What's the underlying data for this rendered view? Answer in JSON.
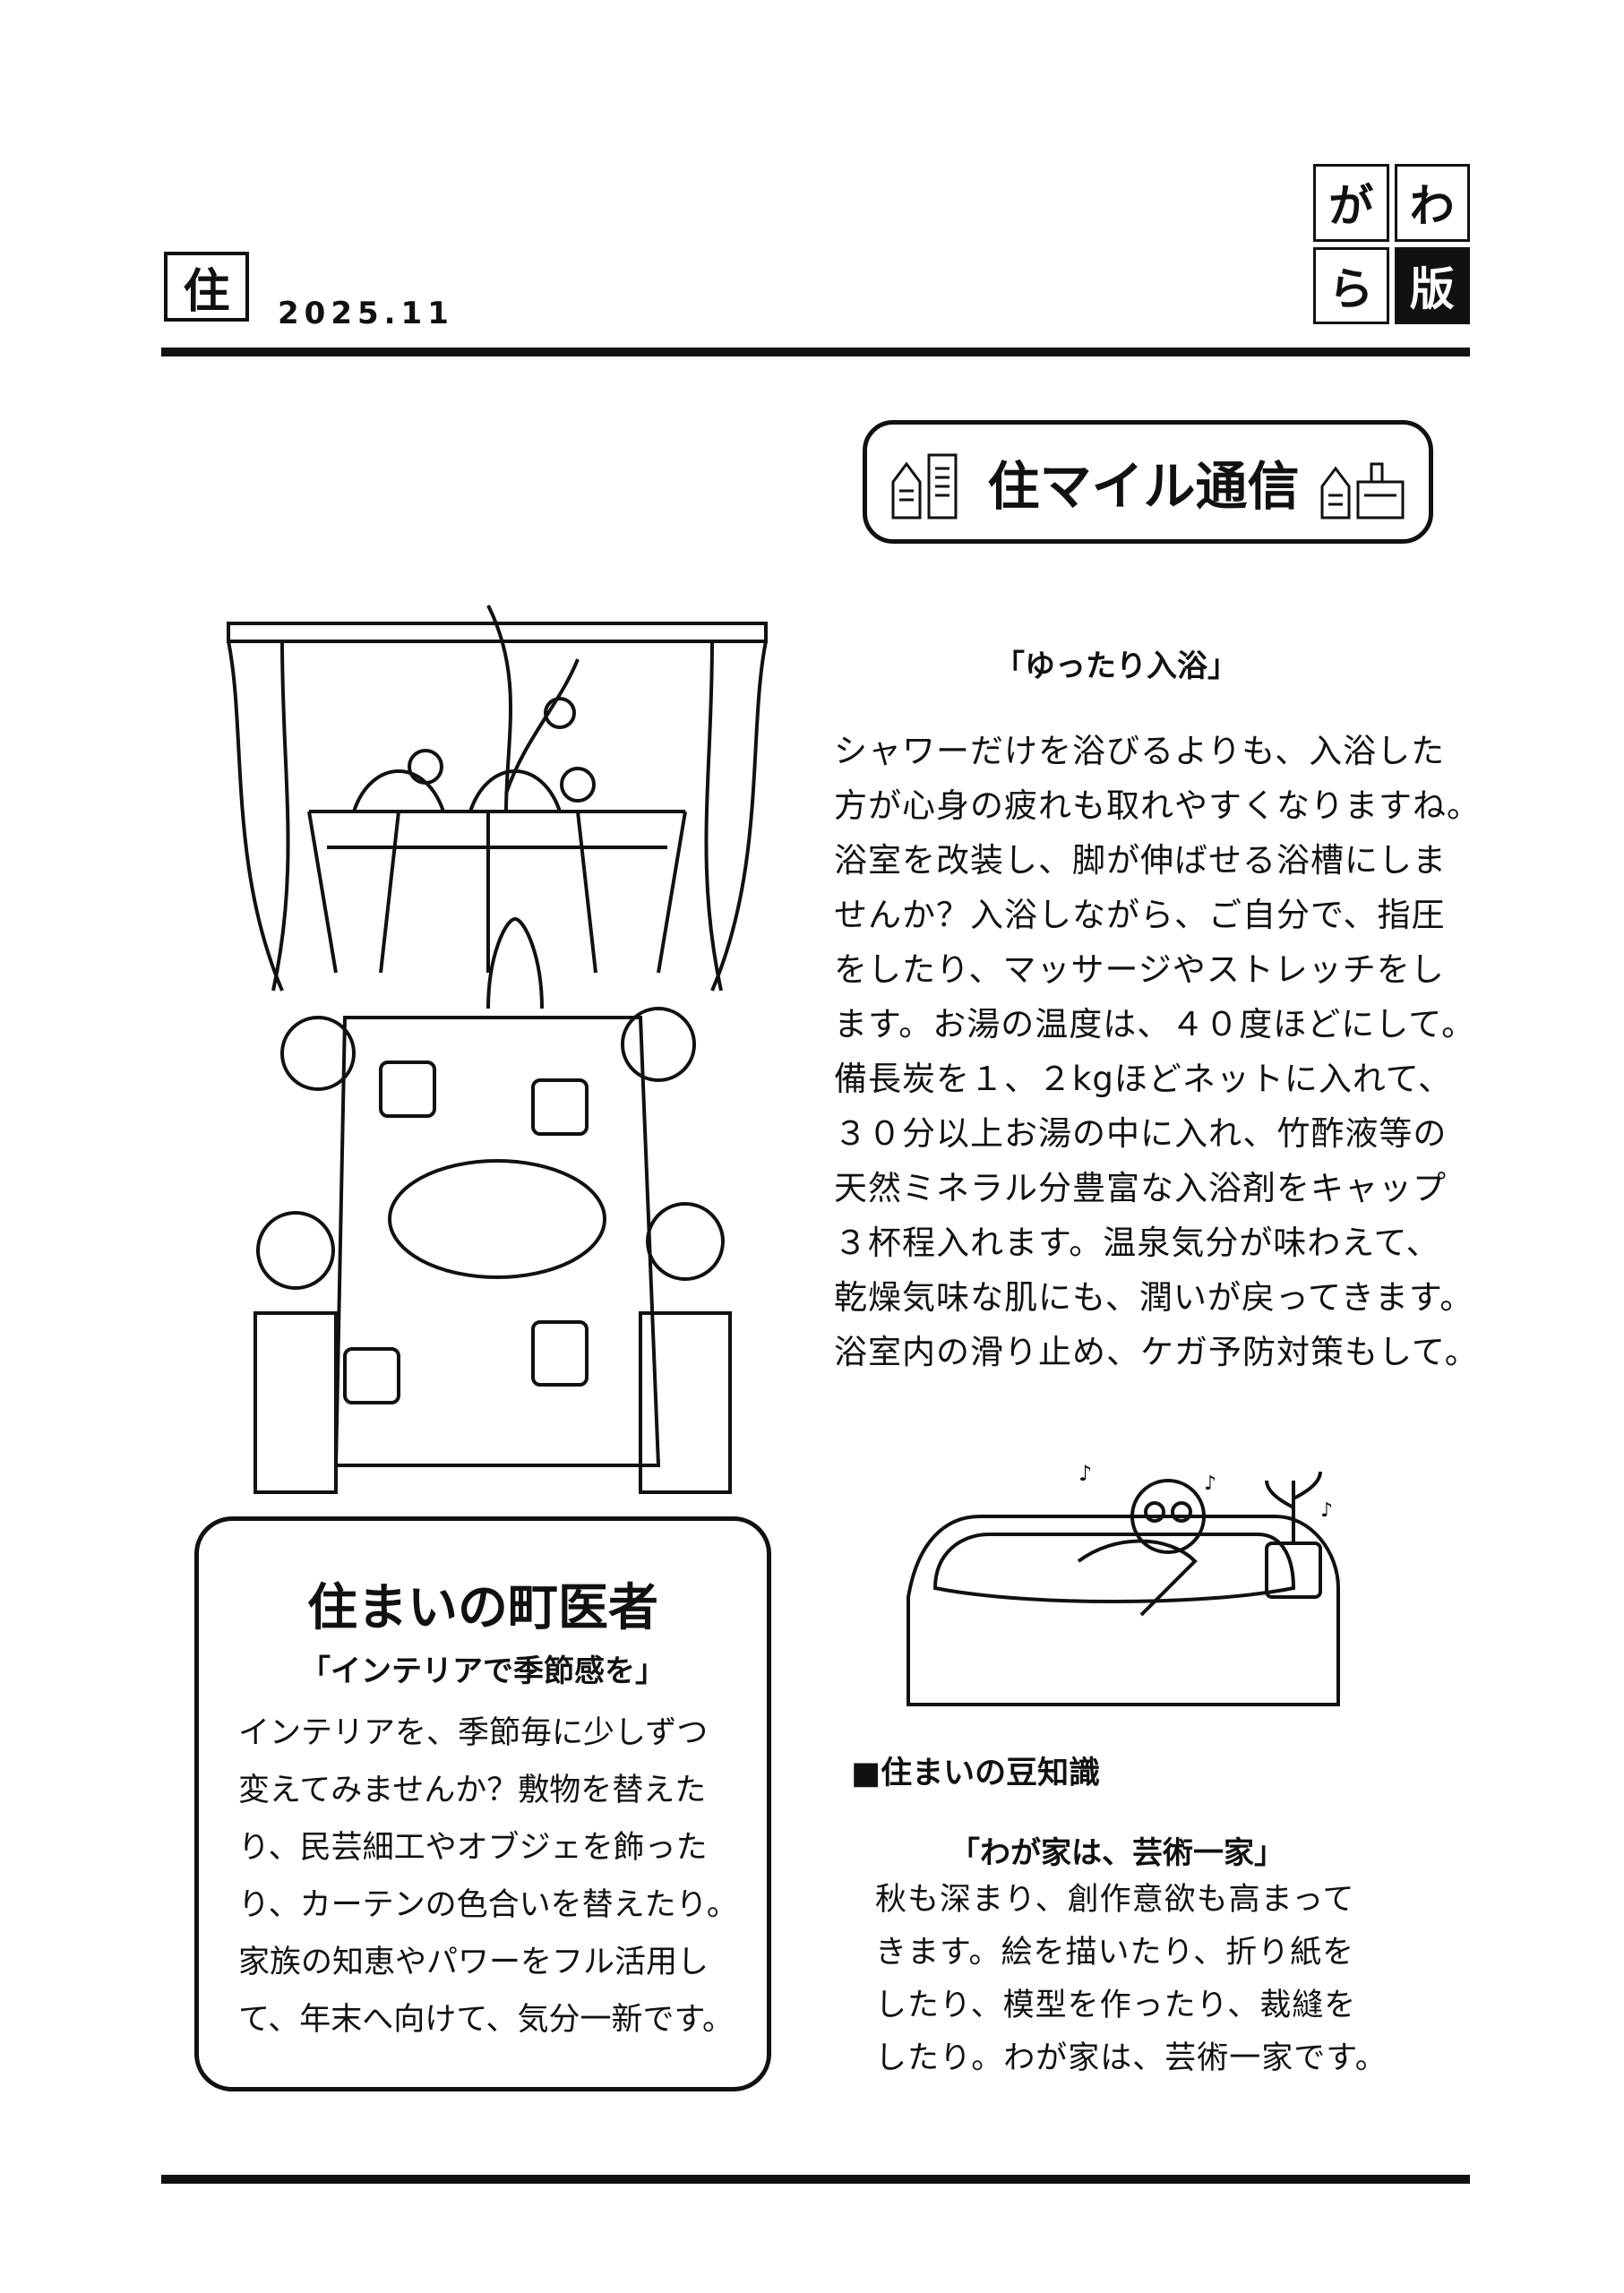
{
  "header": {
    "category_badge": "住",
    "date": "2025.11",
    "masthead": [
      "が",
      "わ",
      "ら",
      "版"
    ]
  },
  "title": "住マイル通信",
  "bath_article": {
    "heading": "「ゆったり入浴」",
    "lines": [
      "シャワーだけを浴びるよりも、入浴した",
      "方が心身の疲れも取れやすくなりますね。",
      "浴室を改装し、脚が伸ばせる浴槽にしま",
      "せんか？入浴しながら、ご自分で、指圧",
      "をしたり、マッサージやストレッチをし",
      "ます。お湯の温度は、４０度ほどにして。",
      "備長炭を１、２kgほどネットに入れて、",
      "３０分以上お湯の中に入れ、竹酢液等の",
      "天然ミネラル分豊富な入浴剤をキャップ",
      "３杯程入れます。温泉気分が味わえて、",
      "乾燥気味な肌にも、潤いが戻ってきます。",
      "浴室内の滑り止め、ケガ予防対策もして。"
    ]
  },
  "doctor_box": {
    "title": "住まいの町医者",
    "subtitle": "「インテリアで季節感を」",
    "lines": [
      "インテリアを、季節毎に少しずつ",
      "変えてみませんか？敷物を替えた",
      "り、民芸細工やオブジェを飾った",
      "り、カーテンの色合いを替えたり。",
      "家族の知恵やパワーをフル活用し",
      "て、年末へ向けて、気分一新です。"
    ]
  },
  "trivia": {
    "section": "■住まいの豆知識",
    "heading": "「わが家は、芸術一家」",
    "lines": [
      "秋も深まり、創作意欲も高まって",
      "きます。絵を描いたり、折り紙を",
      "したり、模型を作ったり、裁縫を",
      "したり。わが家は、芸術一家です。"
    ]
  }
}
